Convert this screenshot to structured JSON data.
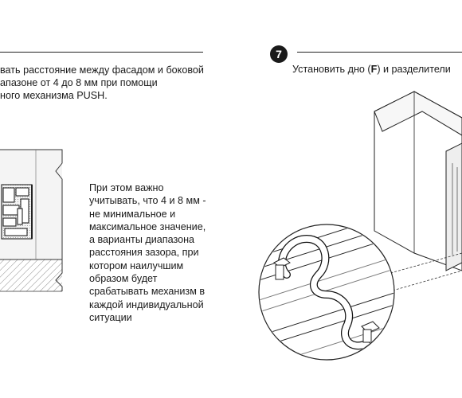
{
  "left": {
    "instruction": "вать расстояние между фасадом и боковой\nапазоне от 4 до 8 мм при помощи\nного механизма PUSH.",
    "note": "При этом важно\nучитывать, что 4 и 8 мм -\nне минимальное и\nмаксимальное значение,\nа варианты диапазона\nрасстояния зазора, при\nкотором наилучшим\nобразом будет\nсрабатывать механизм в\nкаждой индивидуальной\nситуации"
  },
  "right": {
    "step_number": "7",
    "caption_before": "Установить дно (",
    "caption_bold": "F",
    "caption_after": ") и разделители"
  }
}
